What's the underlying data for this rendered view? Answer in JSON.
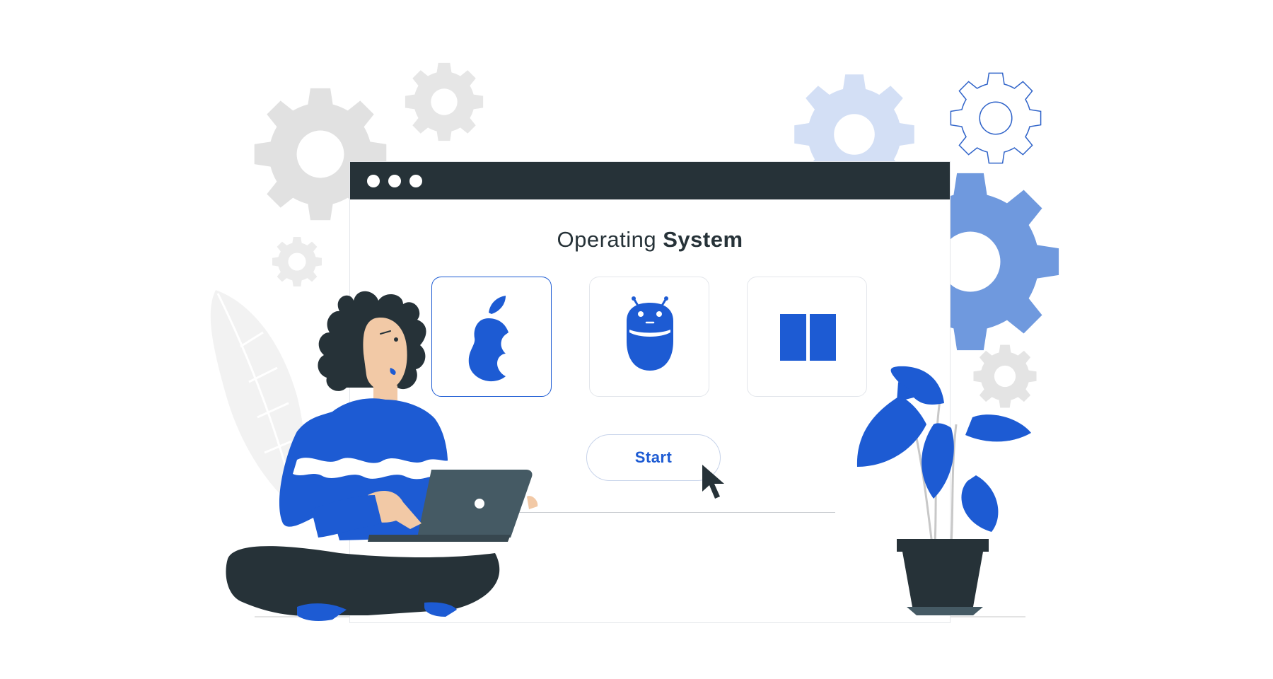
{
  "window": {
    "title_regular": "Operating",
    "title_bold": "System"
  },
  "os_options": [
    {
      "icon": "apple-logo-icon",
      "selected": true
    },
    {
      "icon": "android-robot-icon",
      "selected": false
    },
    {
      "icon": "windows-logo-icon",
      "selected": false
    }
  ],
  "start_button": {
    "label": "Start"
  },
  "colors": {
    "accent": "#1d5bd3",
    "dark": "#263238",
    "gear_grey": "#e1e1e1",
    "gear_light_blue": "#d3dff5",
    "gear_blue": "#6f99de"
  }
}
